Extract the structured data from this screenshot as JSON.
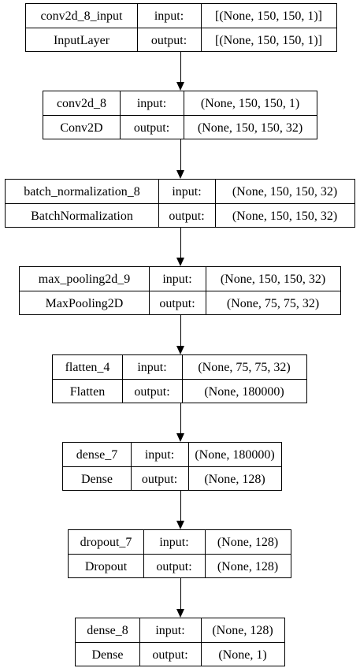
{
  "layers": [
    {
      "name": "conv2d_8_input",
      "type": "InputLayer",
      "input_label": "input:",
      "output_label": "output:",
      "input_shape": "[(None, 150, 150, 1)]",
      "output_shape": "[(None, 150, 150, 1)]"
    },
    {
      "name": "conv2d_8",
      "type": "Conv2D",
      "input_label": "input:",
      "output_label": "output:",
      "input_shape": "(None, 150, 150, 1)",
      "output_shape": "(None, 150, 150, 32)"
    },
    {
      "name": "batch_normalization_8",
      "type": "BatchNormalization",
      "input_label": "input:",
      "output_label": "output:",
      "input_shape": "(None, 150, 150, 32)",
      "output_shape": "(None, 150, 150, 32)"
    },
    {
      "name": "max_pooling2d_9",
      "type": "MaxPooling2D",
      "input_label": "input:",
      "output_label": "output:",
      "input_shape": "(None, 150, 150, 32)",
      "output_shape": "(None, 75, 75, 32)"
    },
    {
      "name": "flatten_4",
      "type": "Flatten",
      "input_label": "input:",
      "output_label": "output:",
      "input_shape": "(None, 75, 75, 32)",
      "output_shape": "(None, 180000)"
    },
    {
      "name": "dense_7",
      "type": "Dense",
      "input_label": "input:",
      "output_label": "output:",
      "input_shape": "(None, 180000)",
      "output_shape": "(None, 128)"
    },
    {
      "name": "dropout_7",
      "type": "Dropout",
      "input_label": "input:",
      "output_label": "output:",
      "input_shape": "(None, 128)",
      "output_shape": "(None, 128)"
    },
    {
      "name": "dense_8",
      "type": "Dense",
      "input_label": "input:",
      "output_label": "output:",
      "input_shape": "(None, 128)",
      "output_shape": "(None, 1)"
    }
  ]
}
